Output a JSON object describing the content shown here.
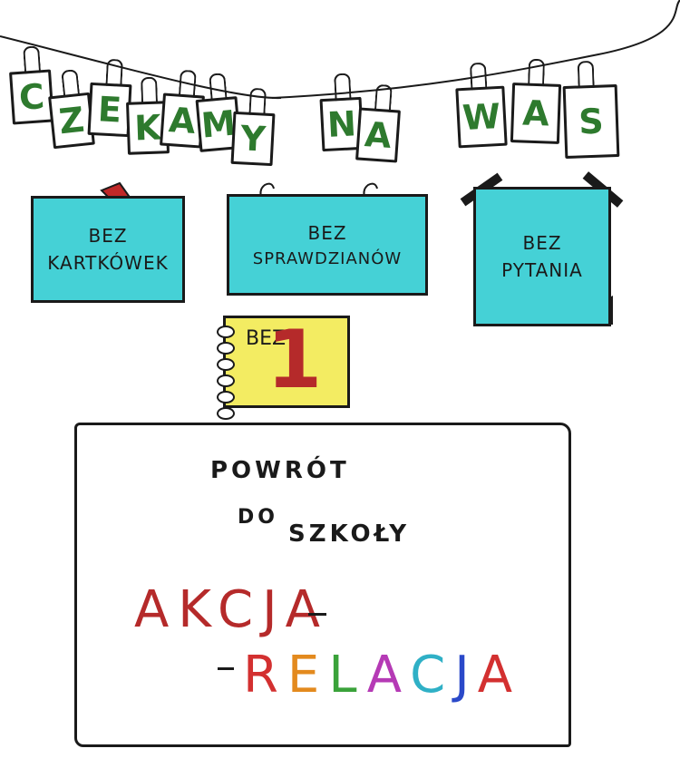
{
  "banner": {
    "letters": [
      "C",
      "Z",
      "E",
      "K",
      "A",
      "M",
      "Y",
      "N",
      "A",
      "W",
      "A",
      "S"
    ]
  },
  "notes": {
    "kartkowek": {
      "line1": "BEZ",
      "line2": "KARTKÓWEK"
    },
    "sprawdzianow": {
      "line1": "BEZ",
      "line2": "SPRAWDZIANÓW"
    },
    "pytania": {
      "line1": "BEZ",
      "line2": "PYTANIA"
    }
  },
  "yellow_note": {
    "label": "BEZ",
    "number": "1"
  },
  "parchment": {
    "line1": "POWRÓT",
    "line2_a": "DO",
    "line2_b": "SZKOŁY",
    "akcja": "AKCJA",
    "relacja": [
      "R",
      "E",
      "L",
      "A",
      "C",
      "J",
      "A"
    ]
  },
  "colors": {
    "green_letters": "#2e7a2e",
    "note_cyan": "#45d1d6",
    "note_yellow": "#f3ec62",
    "akcja_red": "#b52a2a",
    "heart_green": "#39b54a",
    "relacja_colors": [
      "#d33030",
      "#e38a1e",
      "#3aa23a",
      "#b53ab5",
      "#2fb0c6",
      "#2a49c9",
      "#d33030"
    ]
  },
  "icons": [
    "push-pin-icon",
    "heart-icon",
    "family-drawing"
  ]
}
